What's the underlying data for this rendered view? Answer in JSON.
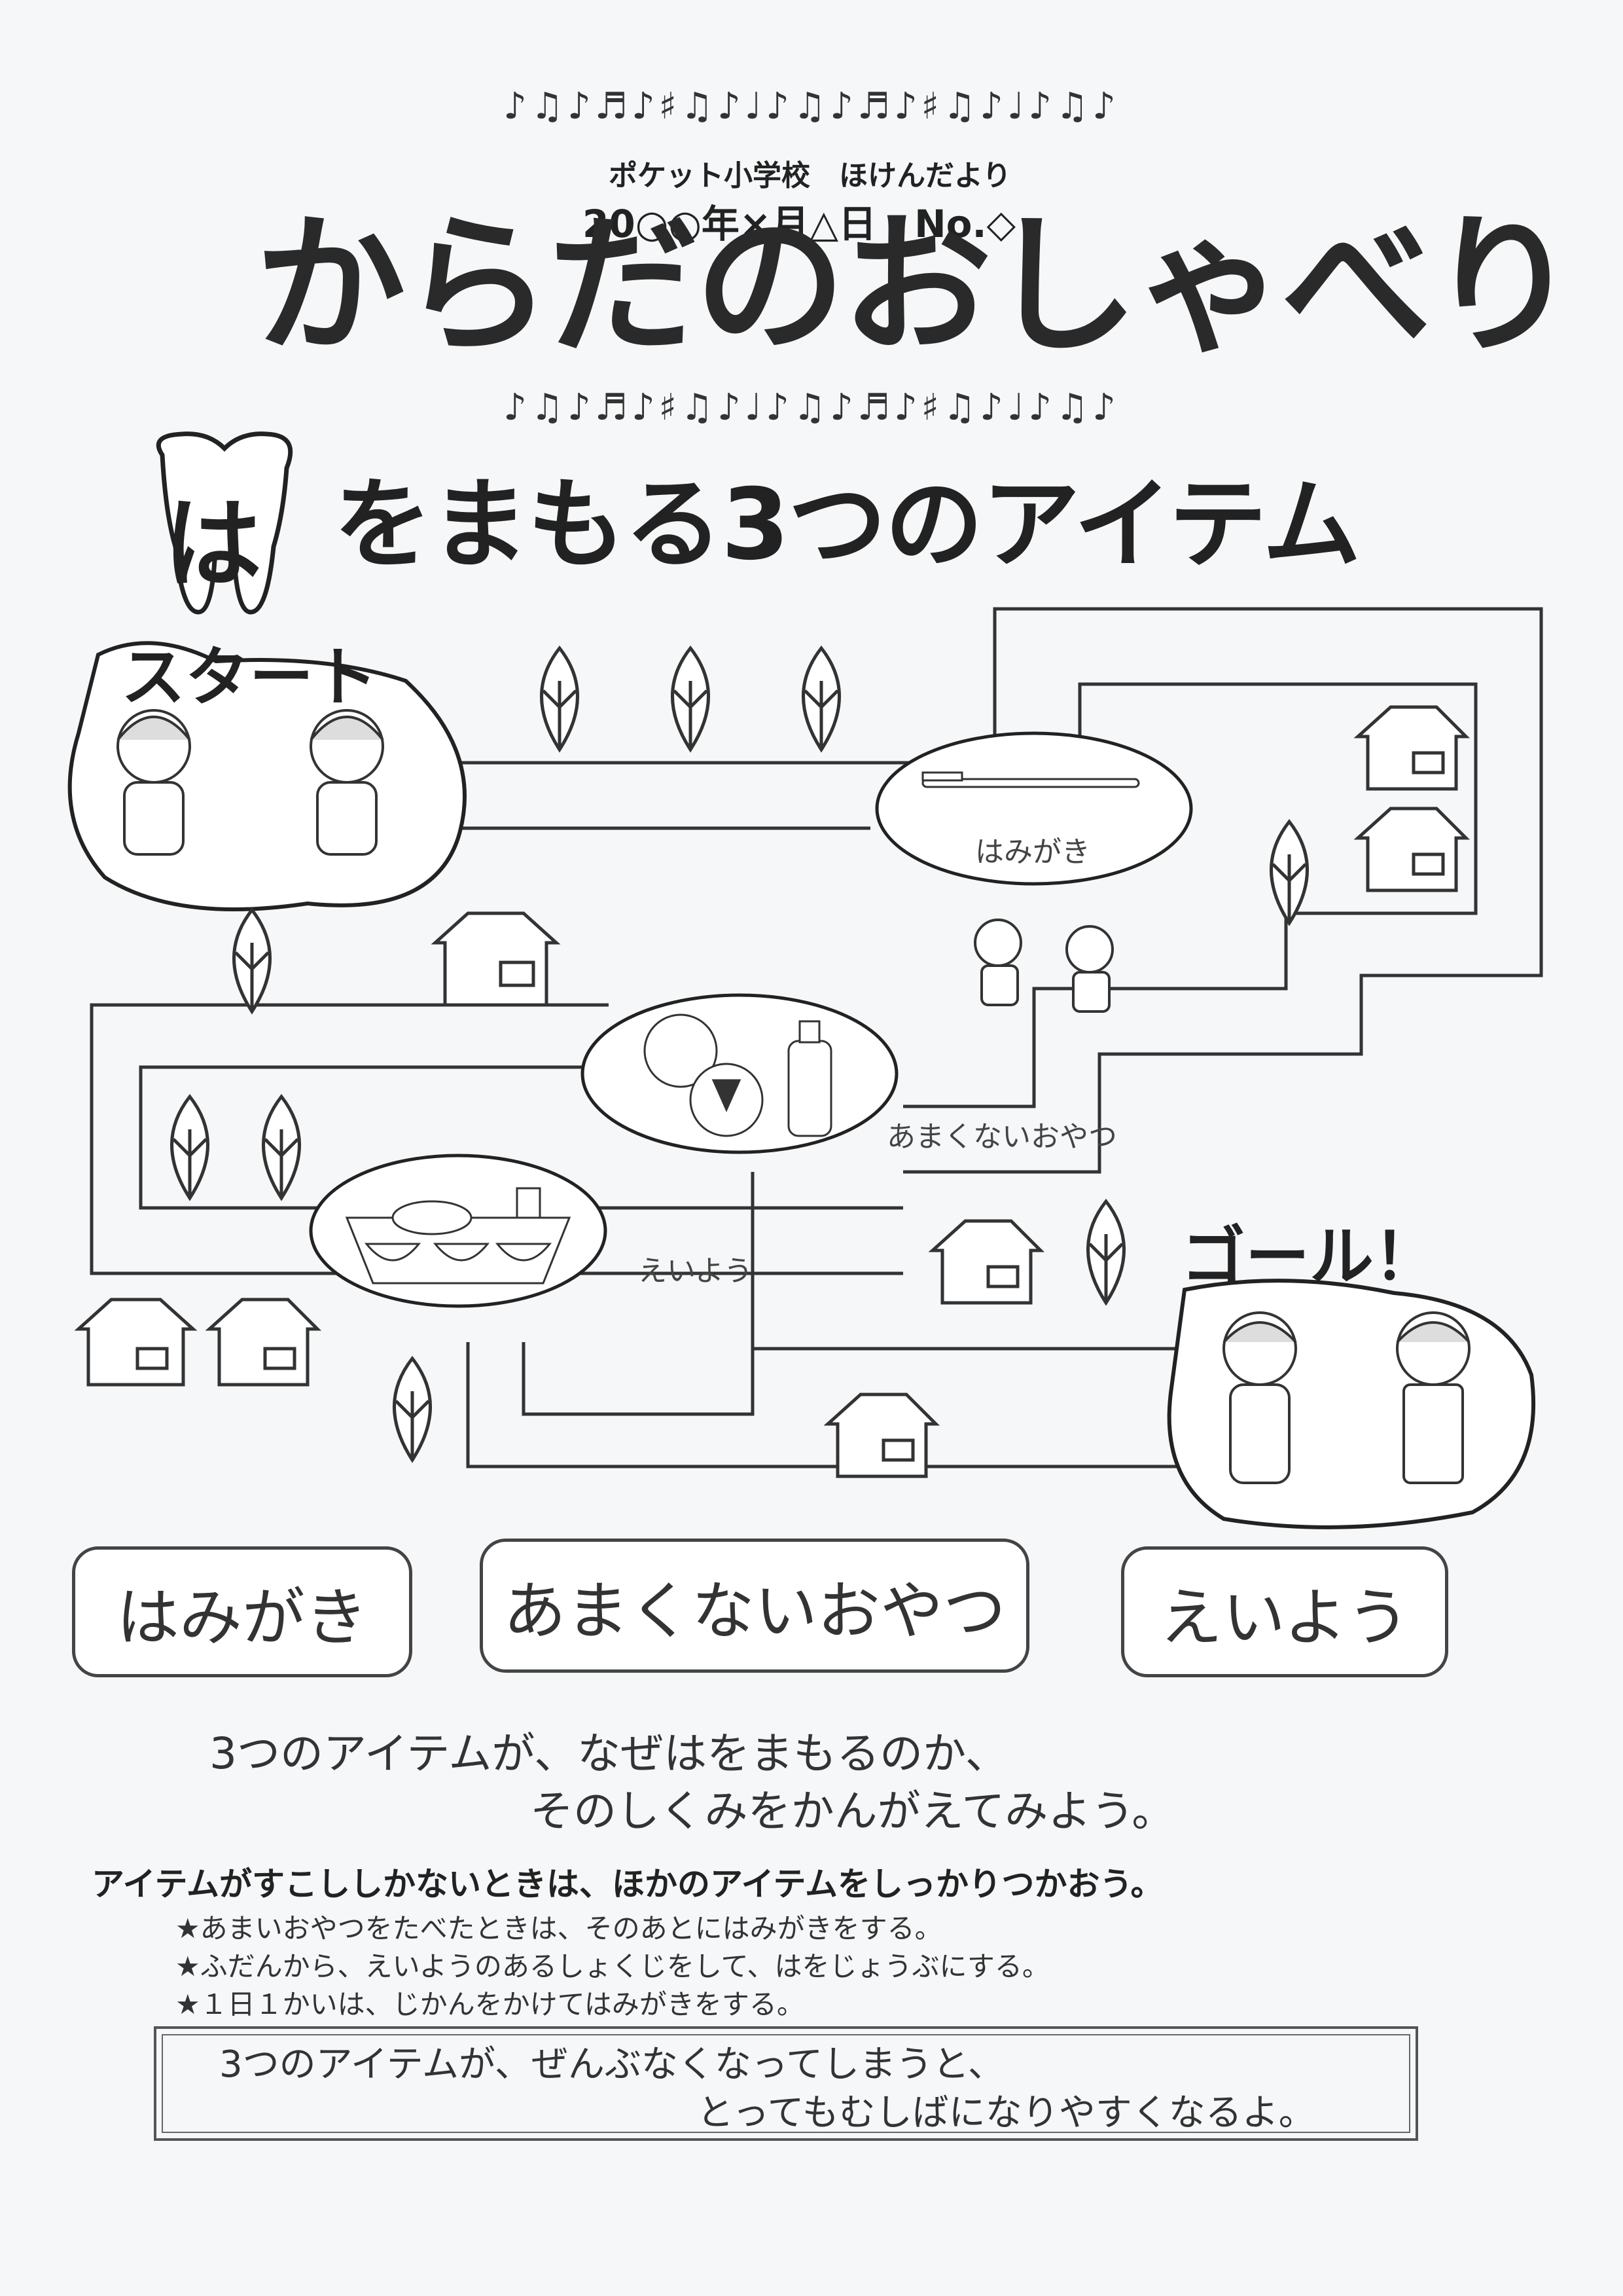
{
  "header": {
    "notes_line": "♪♫♪♬♪♯♫♪♩♪♫♪♬♪♯♫♪♩♪♫♪",
    "school": "ポケット小学校　ほけんだより",
    "date": "20○○年×月△日　No.◇",
    "title": "からだのおしゃべり"
  },
  "headline": {
    "tooth_char": "は",
    "rest": "をまもる3つのアイテム"
  },
  "map": {
    "start": "スタート",
    "goal": "ゴール！",
    "oval1": "はみがき",
    "oval2": "あまくないおやつ",
    "oval3": "えいよう"
  },
  "items": [
    "はみがき",
    "あまくないおやつ",
    "えいよう"
  ],
  "explain": {
    "line1": "3つのアイテムが、なぜはをまもるのか、",
    "line2": "そのしくみをかんがえてみよう。"
  },
  "tips": {
    "heading": "アイテムがすこししかないときは、ほかのアイテムをしっかりつかおう。",
    "list": [
      "★あまいおやつをたべたときは、そのあとにはみがきをする。",
      "★ふだんから、えいようのあるしょくじをして、はをじょうぶにする。",
      "★１日１かいは、じかんをかけてはみがきをする。"
    ]
  },
  "warning": {
    "line1": "3つのアイテムが、ぜんぶなくなってしまうと、",
    "line2": "とってもむしばになりやすくなるよ。"
  }
}
